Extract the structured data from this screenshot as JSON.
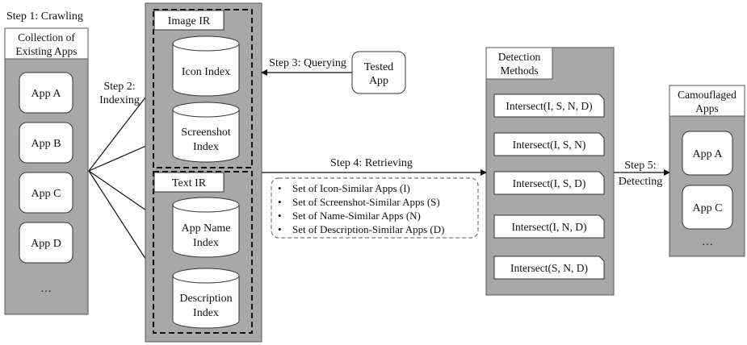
{
  "steps": {
    "crawling": "Step 1: Crawling",
    "indexing_line1": "Step 2:",
    "indexing_line2": "Indexing",
    "querying": "Step 3: Querying",
    "retrieving": "Step 4: Retrieving",
    "detecting_line1": "Step 5:",
    "detecting_line2": "Detecting"
  },
  "collection": {
    "title_line1": "Collection of",
    "title_line2": "Existing Apps",
    "apps": [
      "App A",
      "App B",
      "App C",
      "App D"
    ],
    "ellipsis": "…"
  },
  "image_ir": {
    "title": "Image IR",
    "indexes": [
      {
        "line1": "Icon Index",
        "line2": ""
      },
      {
        "line1": "Screenshot",
        "line2": "Index"
      }
    ]
  },
  "text_ir": {
    "title": "Text IR",
    "indexes": [
      {
        "line1": "App Name",
        "line2": "Index"
      },
      {
        "line1": "Description",
        "line2": "Index"
      }
    ]
  },
  "tested_app": {
    "line1": "Tested",
    "line2": "App"
  },
  "similar_sets": [
    "Set of Icon-Similar Apps (I)",
    "Set of Screenshot-Similar Apps (S)",
    "Set of Name-Similar Apps (N)",
    "Set of Description-Similar Apps (D)"
  ],
  "bullet": "•",
  "detection": {
    "title_line1": "Detection",
    "title_line2": "Methods",
    "methods": [
      "Intersect(I, S, N, D)",
      "Intersect(I, S, N)",
      "Intersect(I, S, D)",
      "Intersect(I, N, D)",
      "Intersect(S, N, D)"
    ]
  },
  "camouflaged": {
    "title_line1": "Camouflaged",
    "title_line2": "Apps",
    "apps": [
      "App A",
      "App C"
    ],
    "ellipsis": "…"
  },
  "colors": {
    "panel_gray": "#a8a8a8",
    "box_white": "#ffffff",
    "line": "#111111"
  }
}
